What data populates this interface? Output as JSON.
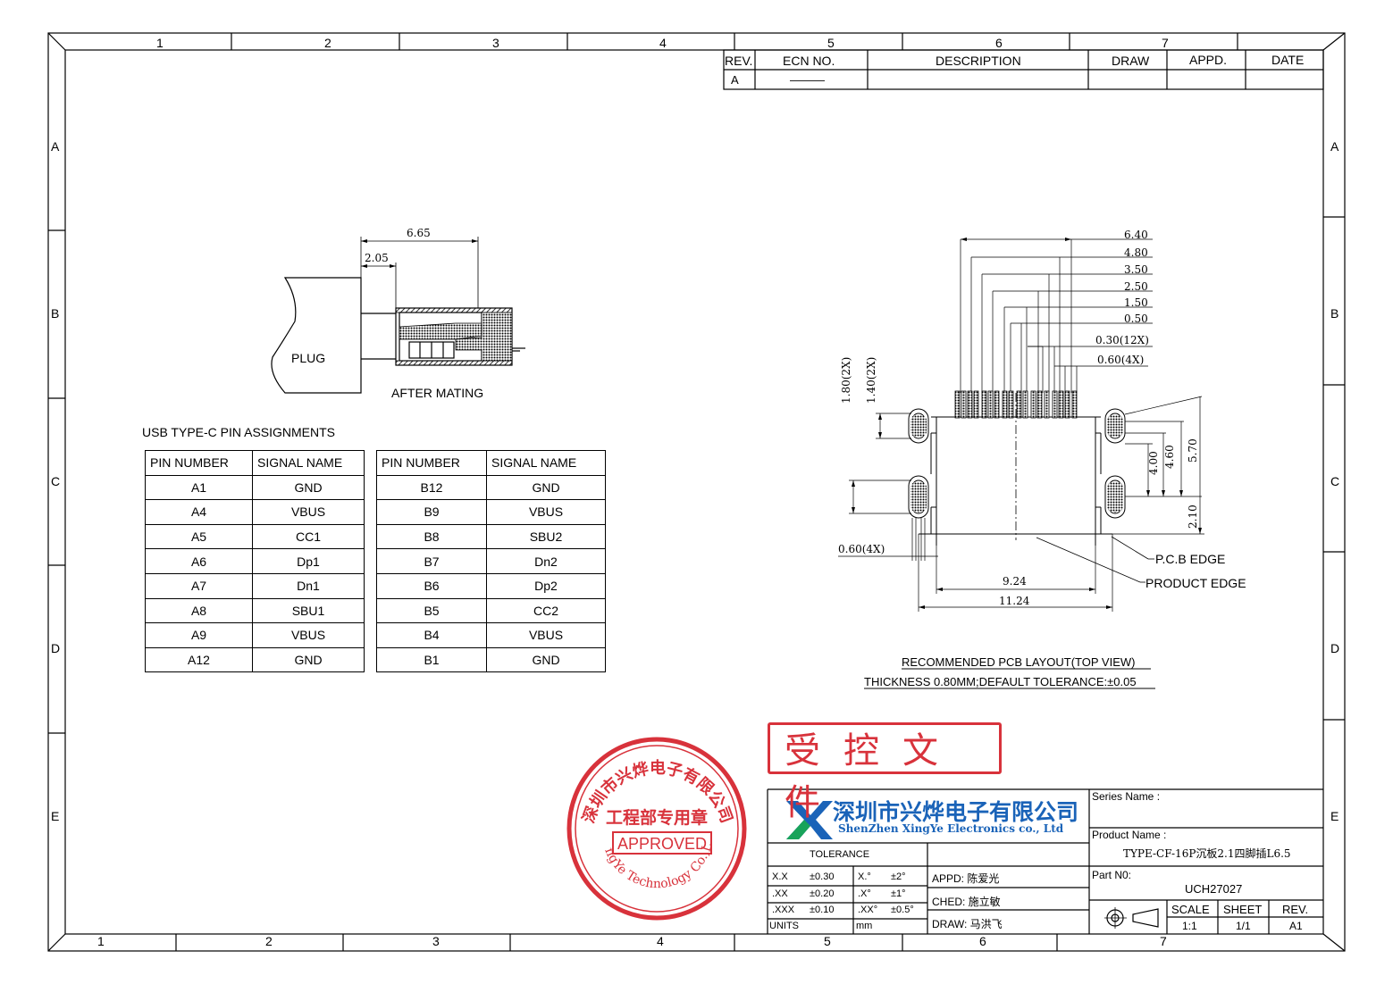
{
  "border": {
    "top_columns": [
      "1",
      "2",
      "3",
      "4",
      "5",
      "6",
      "7"
    ],
    "bottom_columns": [
      "1",
      "2",
      "3",
      "4",
      "5",
      "6",
      "7"
    ],
    "left_rows": [
      "A",
      "B",
      "C",
      "D",
      "E"
    ],
    "right_rows": [
      "A",
      "B",
      "C",
      "D",
      "E"
    ]
  },
  "revision_block": {
    "headers": {
      "rev": "REV.",
      "ecn": "ECN  NO.",
      "description": "DESCRIPTION",
      "draw": "DRAW",
      "appd": "APPD.",
      "date": "DATE"
    },
    "row": {
      "rev": "A",
      "ecn": "———",
      "description": "",
      "draw": "",
      "appd": "",
      "date": ""
    }
  },
  "mating_view": {
    "dim_overall": "6.65",
    "dim_insert": "2.05",
    "plug_label": "PLUG",
    "caption": "AFTER MATING"
  },
  "pin_assignments": {
    "title": "USB TYPE-C PIN ASSIGNMENTS",
    "table_a": {
      "headers": [
        "PIN NUMBER",
        "SIGNAL NAME"
      ],
      "rows": [
        [
          "A1",
          "GND"
        ],
        [
          "A4",
          "VBUS"
        ],
        [
          "A5",
          "CC1"
        ],
        [
          "A6",
          "Dp1"
        ],
        [
          "A7",
          "Dn1"
        ],
        [
          "A8",
          "SBU1"
        ],
        [
          "A9",
          "VBUS"
        ],
        [
          "A12",
          "GND"
        ]
      ]
    },
    "table_b": {
      "headers": [
        "PIN NUMBER",
        "SIGNAL NAME"
      ],
      "rows": [
        [
          "B12",
          "GND"
        ],
        [
          "B9",
          "VBUS"
        ],
        [
          "B8",
          "SBU2"
        ],
        [
          "B7",
          "Dn2"
        ],
        [
          "B6",
          "Dp2"
        ],
        [
          "B5",
          "CC2"
        ],
        [
          "B4",
          "VBUS"
        ],
        [
          "B1",
          "GND"
        ]
      ]
    }
  },
  "pcb_layout": {
    "dims_top": [
      "6.40",
      "4.80",
      "3.50",
      "2.50",
      "1.50",
      "0.50",
      "0.30(12X)",
      "0.60(4X)"
    ],
    "dim_left_outer": "1.80(2X)",
    "dim_left_inner": "1.40(2X)",
    "dims_right": [
      "4.00",
      "4.60",
      "5.70",
      "2.10"
    ],
    "dim_bottom_pitch": "0.60(4X)",
    "dim_width_inner": "9.24",
    "dim_width_outer": "11.24",
    "callout_pcb": "P.C.B EDGE",
    "callout_product": "PRODUCT EDGE",
    "caption_1": "RECOMMENDED PCB LAYOUT(TOP VIEW)",
    "caption_2": "THICKNESS 0.80MM;DEFAULT TOLERANCE:±0.05"
  },
  "controlled_stamp": "受控文件",
  "seal": {
    "ring_text": "深圳市兴烨电子有限公司",
    "ring_text_en": "XingYe Technology Co.,Ltd",
    "center_text": "工程部专用章",
    "approved": "APPROVED"
  },
  "title_block": {
    "company_cn": "深圳市兴烨电子有限公司",
    "company_en": "ShenZhen XingYe Electronics co., Ltd",
    "tolerance_label": "TOLERANCE",
    "tolerances": [
      {
        "a": "X.X",
        "b": "±0.30",
        "c": "X.°",
        "d": "±2°"
      },
      {
        "a": ".XX",
        "b": "±0.20",
        "c": ".X°",
        "d": "±1°"
      },
      {
        "a": ".XXX",
        "b": "±0.10",
        "c": ".XX°",
        "d": "±0.5°"
      }
    ],
    "units_label": "UNITS",
    "units_value": "mm",
    "appd": "APPD:  陈爱光",
    "ched": "CHED:  施立敏",
    "draw": "DRAW:  马洪飞",
    "series_label": "Series Name :",
    "series_value": "",
    "product_label": "Product Name :",
    "product_value": "TYPE-CF-16P沉板2.1四脚插L6.5",
    "part_label": "Part N0:",
    "part_value": "UCH27027",
    "scale_label": "SCALE",
    "scale_value": "1:1",
    "sheet_label": "SHEET",
    "sheet_value": "1/1",
    "rev_label": "REV.",
    "rev_value": "A1"
  },
  "colors": {
    "stamp_red": "#d8323b",
    "logo_blue": "#1a63b8",
    "line": "#000000"
  }
}
